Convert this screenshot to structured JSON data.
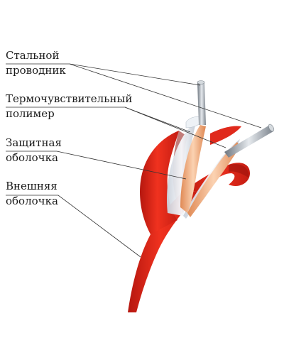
{
  "labels": {
    "steel_wire": {
      "line1": "Стальной",
      "line2": "проводник"
    },
    "thermo_polymer": {
      "line1": "Термочувствительный",
      "line2": "полимер"
    },
    "protective_sheath": {
      "line1": "Защитная",
      "line2": "оболочка"
    },
    "outer_sheath": {
      "line1": "Внешняя",
      "line2": "оболочка"
    }
  },
  "colors": {
    "outer_sheath": "#e3261c",
    "outer_sheath_dark": "#a8140d",
    "protective_sheath": "#dfe3ea",
    "polymer": "#f2a978",
    "steel": "#9aa3ad",
    "leader_line": "#333333"
  }
}
